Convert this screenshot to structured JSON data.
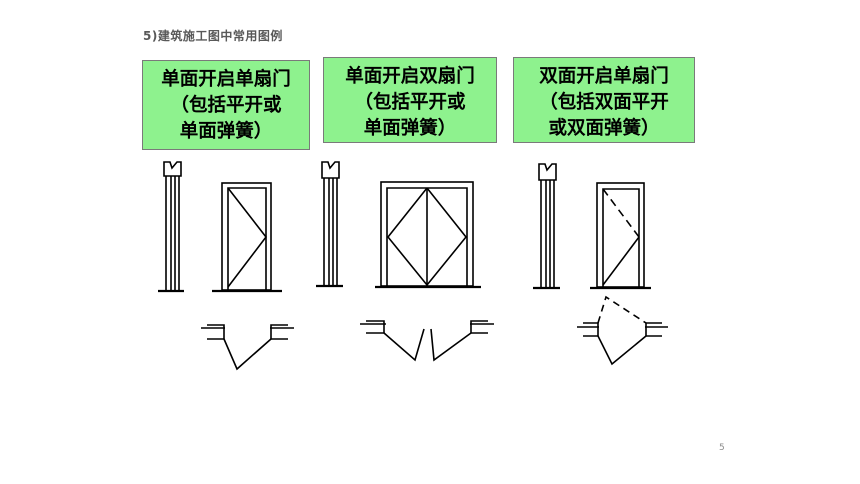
{
  "heading": "5)建筑施工图中常用图例",
  "labels": [
    {
      "line1": "单面开启单扇门",
      "line2": "（包括平开或",
      "line3": "单面弹簧）"
    },
    {
      "line1": "单面开启双扇门",
      "line2": "（包括平开或",
      "line3": "单面弹簧）"
    },
    {
      "line1": "双面开启单扇门",
      "line2": "（包括双面平开",
      "line3": "或双面弹簧）"
    }
  ],
  "page_number": "5"
}
